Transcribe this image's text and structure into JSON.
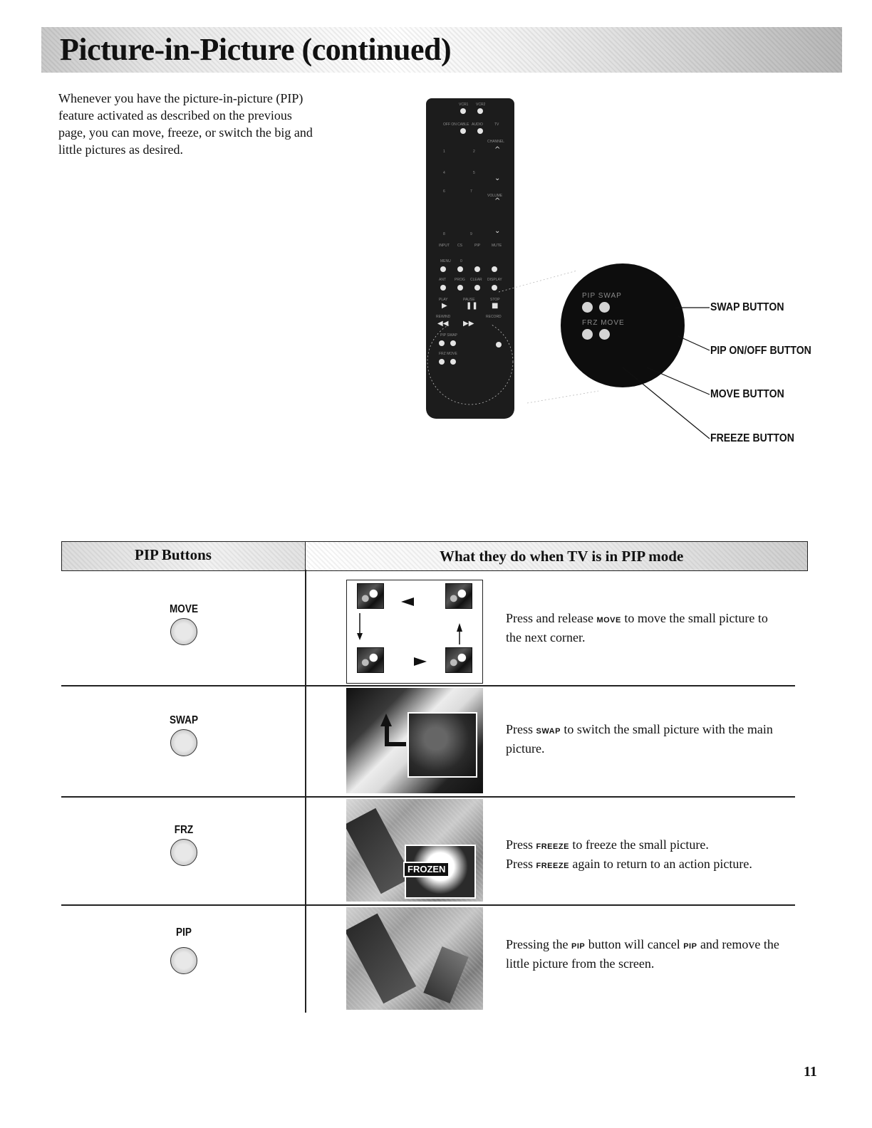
{
  "header": {
    "title": "Picture-in-Picture (continued)"
  },
  "intro": "Whenever you have the picture-in-picture (PIP) feature activated as described on the previous page, you can move, freeze, or switch the big and little pictures as desired.",
  "remote": {
    "labels": {
      "vcr1": "VCR1",
      "vcr2": "VCR2",
      "off_on": "OFF ON",
      "cable": "CABLE",
      "audio": "AUDIO",
      "tv": "TV",
      "channel": "CHANNEL",
      "volume": "VOLUME",
      "input": "INPUT",
      "cs": "CS",
      "pip": "PIP",
      "mute": "MUTE",
      "menu": "MENU",
      "ant": "ANT",
      "prog": "PROG",
      "clear": "CLEAR",
      "display": "DISPLAY",
      "play": "PLAY",
      "pause": "PAUSE",
      "stop": "STOP",
      "rewind": "REWIND",
      "record": "RECORD",
      "pip_swap": "PIP SWAP",
      "frz_move": "FRZ MOVE"
    },
    "keys": [
      "1",
      "2",
      "4",
      "5",
      "6",
      "7",
      "8",
      "9",
      "0"
    ]
  },
  "zoom": {
    "top_label": "PIP SWAP",
    "bottom_label": "FRZ MOVE"
  },
  "callouts": {
    "swap": "SWAP BUTTON",
    "pip": "PIP ON/OFF BUTTON",
    "move": "MOVE BUTTON",
    "freeze": "FREEZE BUTTON"
  },
  "table": {
    "header_left": "PIP Buttons",
    "header_right": "What they do when TV is in PIP mode",
    "rows": [
      {
        "button": "MOVE",
        "pre": "Press and release ",
        "sc": "MOVE",
        "post": " to move the small picture to the next corner."
      },
      {
        "button": "SWAP",
        "pre": "Press ",
        "sc": "SWAP",
        "post": " to switch the small picture with the main picture."
      },
      {
        "button": "FRZ",
        "line1_pre": "Press ",
        "line1_sc": "FREEZE",
        "line1_post": " to freeze the small picture.",
        "line2_pre": "Press ",
        "line2_sc": "FREEZE",
        "line2_post": " again to return to an action picture.",
        "overlay": "FROZEN"
      },
      {
        "button": "PIP",
        "pre": "Pressing the ",
        "sc": "PIP",
        "mid": " button will cancel ",
        "sc2": "PIP",
        "post": " and remove the little picture from the screen."
      }
    ]
  },
  "page_number": "11"
}
